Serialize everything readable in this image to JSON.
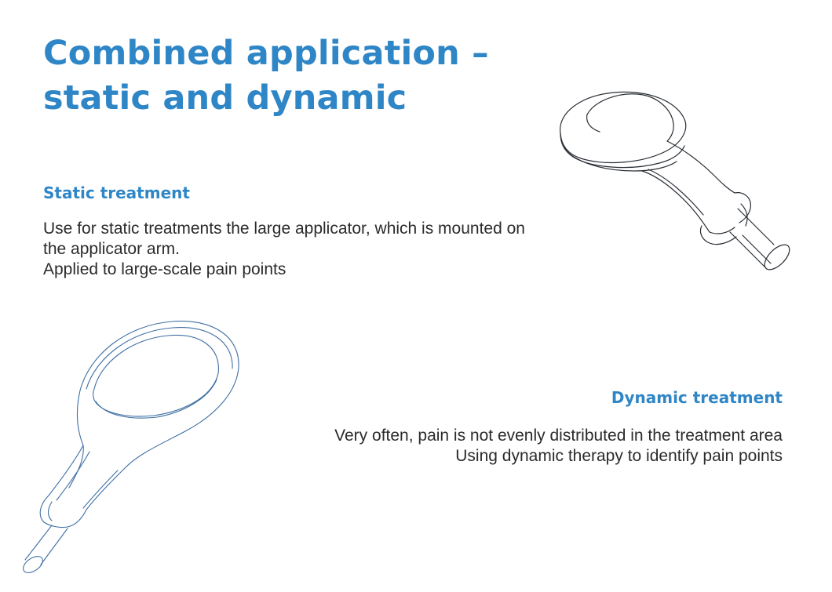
{
  "title": {
    "line1": "Combined application –",
    "line2": "static and dynamic"
  },
  "static_treatment": {
    "heading": "Static treatment",
    "lines": [
      "Use for static treatments the large applicator, which is mounted on",
      "the applicator arm.",
      "Applied to large-scale pain points"
    ]
  },
  "dynamic_treatment": {
    "heading": "Dynamic treatment",
    "lines": [
      "Very often, pain is not evenly distributed in the treatment area",
      "Using dynamic therapy to identify pain points"
    ]
  },
  "illustrations": {
    "static_applicator": "large-applicator-line-drawing",
    "dynamic_applicator": "handheld-applicator-line-drawing"
  },
  "colors": {
    "accent": "#2f86c6",
    "text": "#2b2b2b",
    "drawing_dark": "#2a2f36",
    "drawing_blue": "#3f6fa3"
  }
}
